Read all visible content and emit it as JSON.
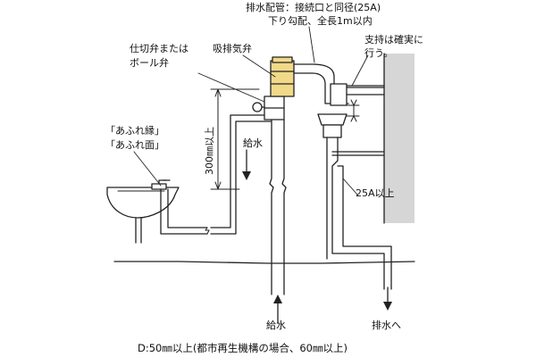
{
  "labels": {
    "drain_pipe_line1": "排水配管：接続口と同径(25A)",
    "drain_pipe_line2": "下り勾配、全長1m以内",
    "support_line1": "支持は確実に",
    "support_line2": "行う。",
    "valve_line1": "仕切弁または",
    "valve_line2": "ボール弁",
    "air_valve": "吸排気弁",
    "overflow_line1": "「あふれ縁」",
    "overflow_line2": "「あふれ面」",
    "height": "300㎜以上",
    "supply_mid": "給水",
    "pipe_size": "25A以上",
    "supply_bottom": "給水",
    "drain_out": "排水へ",
    "caption": "D:50㎜以上(都市再生機構の場合、60㎜以上)"
  },
  "colors": {
    "valve_fill": "#f1d98a",
    "wall_fill": "#d6d6d6",
    "line": "#222222"
  }
}
